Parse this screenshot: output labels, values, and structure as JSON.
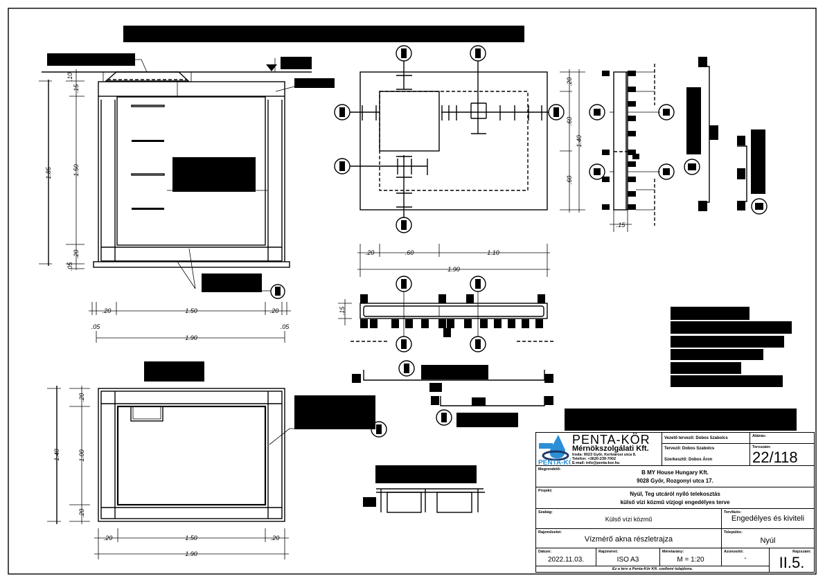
{
  "colors": {
    "ink": "#000000",
    "logo_blue": "#2a8fd6",
    "logo_dark": "#1e3a6b"
  },
  "section_view": {
    "dims_vertical": {
      "total": "1.85",
      "top_cover": ".10",
      "slab": ".15",
      "inner": "1.50",
      "bottom_slab": ".20",
      "base": ".05"
    },
    "dims_horizontal": {
      "left_wall": ".20",
      "inner": "1.50",
      "right_wall": ".20",
      "left_offset": ".05",
      "right_offset": ".05",
      "total": "1.90"
    }
  },
  "plan_reinforcement": {
    "dims_vertical": {
      "top": ".20",
      "mid": ".60",
      "bottom": ".60",
      "total": "1.40"
    },
    "dims_horizontal": {
      "left": ".20",
      "mid": ".60",
      "right": "1.10",
      "total": "1.90"
    },
    "slab_thickness": ".15"
  },
  "side_section": {
    "thickness": ".15",
    "dims": {
      "top": ".20",
      "mid": ".60",
      "bottom": ".60",
      "total": "1.40"
    }
  },
  "plan_view": {
    "dims_vertical": {
      "total": "1.40",
      "top": ".20",
      "inner": "1.00",
      "bottom": ".20"
    },
    "dims_horizontal": {
      "left": ".20",
      "inner": "1.50",
      "right": ".20",
      "total": "1.90"
    }
  },
  "title_block": {
    "company": {
      "name": "PENTA-KÖR",
      "subtitle": "Mérnökszolgálati Kft.",
      "address": "Iroda: 9023 Győr, Kertvárosi utca 8.",
      "phone": "Telefon: +3620-239-7002",
      "email": "E-mail: info@penta-kor.hu",
      "logo_text": "PENTA-KÖR"
    },
    "lead_designer": "Vezető tervező: Dobos Szabolcs",
    "designer": "Tervező: Dobos Szabolcs",
    "editor": "Szerkesztő: Dobos Áron",
    "signature_label": "Aláírás:",
    "plan_number_label": "Tervszám:",
    "plan_number": "22/118",
    "client_label": "Megrendelő:",
    "client_line1": "B MY House Hungary Kft.",
    "client_line2": "9028 Győr, Rozgonyi utca 17.",
    "project_label": "Projekt:",
    "project_line1": "Nyúl, Teg utcáról nyíló telekosztás",
    "project_line2": "külső vízi közmű vízjogi engedélyes terve",
    "discipline_label": "Szakág:",
    "discipline": "Külső vízi közmű",
    "phase_label": "Tervfázis:",
    "phase": "Engedélyes és kiviteli",
    "drawing_label": "Rajzművelet:",
    "drawing": "Vízmérő akna részletrajza",
    "town_label": "Település:",
    "town": "Nyúl",
    "date_label": "Dátum:",
    "date": "2022.11.03.",
    "size_label": "Rajzméret:",
    "size": "ISO A3",
    "scale_label": "Méretarány:",
    "scale": "M = 1:20",
    "id_label": "Azonosító:",
    "id": "-",
    "sheet_label": "Rajzszám:",
    "sheet": "II.5.",
    "footer": "Ez a terv a Penta-Kör Kft. szellemi tulajdona."
  }
}
